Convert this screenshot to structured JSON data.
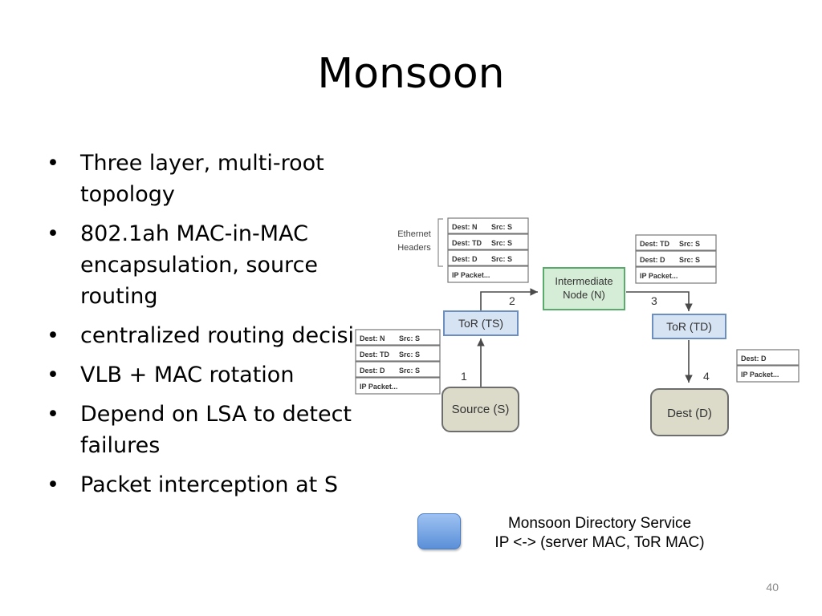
{
  "slide": {
    "title": "Monsoon",
    "bullets": [
      "Three layer, multi-root topology",
      "802.1ah MAC-in-MAC encapsulation, source routing",
      "centralized routing decision",
      "VLB + MAC rotation",
      "Depend on LSA to detect failures",
      "Packet interception at S"
    ],
    "page_number": "40"
  },
  "diagram": {
    "ethernet_headers_label": [
      "Ethernet",
      "Headers"
    ],
    "nodes": {
      "intermediate": [
        "Intermediate",
        "Node (N)"
      ],
      "tor_ts": "ToR (TS)",
      "tor_td": "ToR (TD)",
      "source": "Source (S)",
      "dest": "Dest (D)"
    },
    "step_labels": [
      "1",
      "2",
      "3",
      "4"
    ],
    "packets": {
      "at_tor_ts": [
        {
          "dest": "Dest: N",
          "src": "Src: S"
        },
        {
          "dest": "Dest: TD",
          "src": "Src: S"
        },
        {
          "dest": "Dest: D",
          "src": "Src: S"
        },
        {
          "payload": "IP Packet..."
        }
      ],
      "at_source": [
        {
          "dest": "Dest: N",
          "src": "Src: S"
        },
        {
          "dest": "Dest: TD",
          "src": "Src: S"
        },
        {
          "dest": "Dest: D",
          "src": "Src: S"
        },
        {
          "payload": "IP Packet..."
        }
      ],
      "at_node": [
        {
          "dest": "Dest: TD",
          "src": "Src: S"
        },
        {
          "dest": "Dest: D",
          "src": "Src: S"
        },
        {
          "payload": "IP Packet..."
        }
      ],
      "at_dest": [
        {
          "dest": "Dest: D"
        },
        {
          "payload": "IP Packet..."
        }
      ]
    },
    "colors": {
      "intermediate_fill": "#d5ecd6",
      "intermediate_stroke": "#5aaa6e",
      "tor_fill": "#d6e3f3",
      "tor_stroke": "#6c8fbf",
      "host_fill": "#dcdac9",
      "host_stroke": "#6d6d6d"
    }
  },
  "legend": {
    "line1": "Monsoon Directory Service",
    "line2": "IP <-> (server MAC, ToR MAC)",
    "color": "#6f9fe2"
  }
}
